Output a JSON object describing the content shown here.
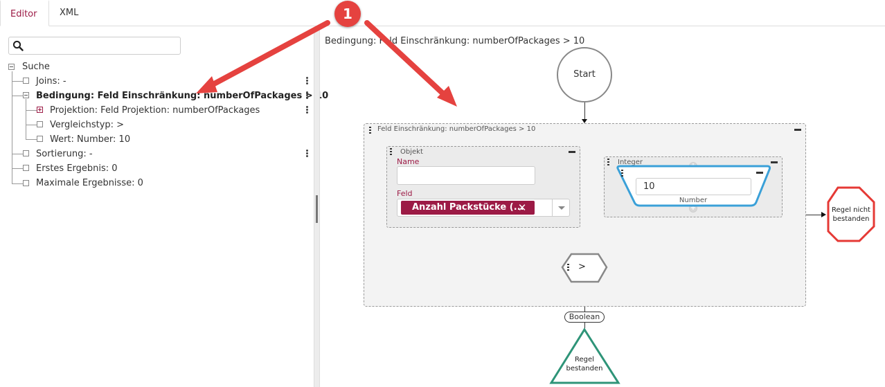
{
  "tabs": [
    {
      "label": "Editor",
      "active": true
    },
    {
      "label": "XML",
      "active": false
    }
  ],
  "search": {
    "placeholder": "",
    "value": ""
  },
  "tree": {
    "root": "Suche",
    "joins": "Joins: -",
    "bedingung": "Bedingung: Feld Einschränkung: numberOfPackages > 10",
    "projektion": "Projektion: Feld Projektion: numberOfPackages",
    "vergleichstyp": "Vergleichstyp: >",
    "wert": "Wert: Number: 10",
    "sortierung": "Sortierung: -",
    "erstes": "Erstes Ergebnis: 0",
    "maximale": "Maximale Ergebnisse: 0"
  },
  "breadcrumb": "Bedingung: Feld Einschränkung: numberOfPackages > 10",
  "flow": {
    "start_label": "Start",
    "condition_title": "Feld Einschränkung: numberOfPackages > 10",
    "object_title": "Objekt",
    "name_label": "Name",
    "name_value": "",
    "feld_label": "Feld",
    "feld_chip": "Anzahl Packstücke (...",
    "integer_title": "Integer",
    "number_value": "10",
    "number_caption": "Number",
    "operator": ">",
    "boolean_label": "Boolean",
    "fail_label": "Regel nicht bestanden",
    "pass_label": "Regel bestanden"
  },
  "annotation": {
    "badge": "1"
  },
  "colors": {
    "accent": "#9c1a45",
    "arrow": "#e5423f",
    "fail": "#e53935",
    "pass": "#2e9478",
    "integer_outline": "#3aa0d8"
  }
}
